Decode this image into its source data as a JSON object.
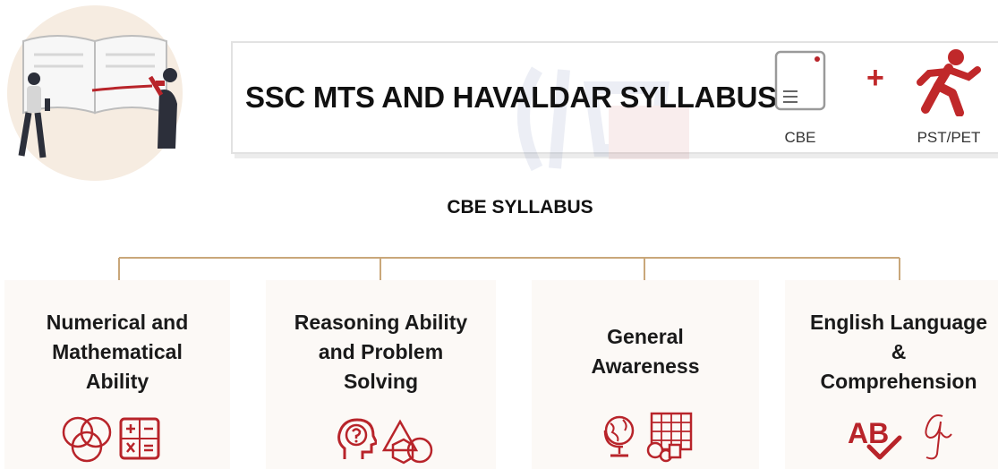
{
  "header": {
    "title": "SSC MTS AND HAVALDAR SYLLABUS",
    "cbe_label": "CBE",
    "plus": "+",
    "pst_label": "PST/PET"
  },
  "section_title": "CBE SYLLABUS",
  "cards": [
    {
      "lines": [
        "Numerical and",
        "Mathematical",
        "Ability"
      ],
      "icons": [
        "venn-diagram-icon",
        "calculator-icon"
      ]
    },
    {
      "lines": [
        "Reasoning Ability",
        "and Problem",
        "Solving"
      ],
      "icons": [
        "head-question-icon",
        "geometric-shapes-icon"
      ]
    },
    {
      "lines": [
        "General",
        "Awareness"
      ],
      "icons": [
        "globe-icon",
        "chart-items-icon"
      ]
    },
    {
      "lines": [
        "English Language",
        "&",
        "Comprehension"
      ],
      "icons": [
        "ab-check-icon",
        "cursive-g-icon"
      ]
    }
  ],
  "colors": {
    "accent": "#b8242a",
    "connector": "#c9a77a",
    "card_bg": "#fcf9f6"
  }
}
